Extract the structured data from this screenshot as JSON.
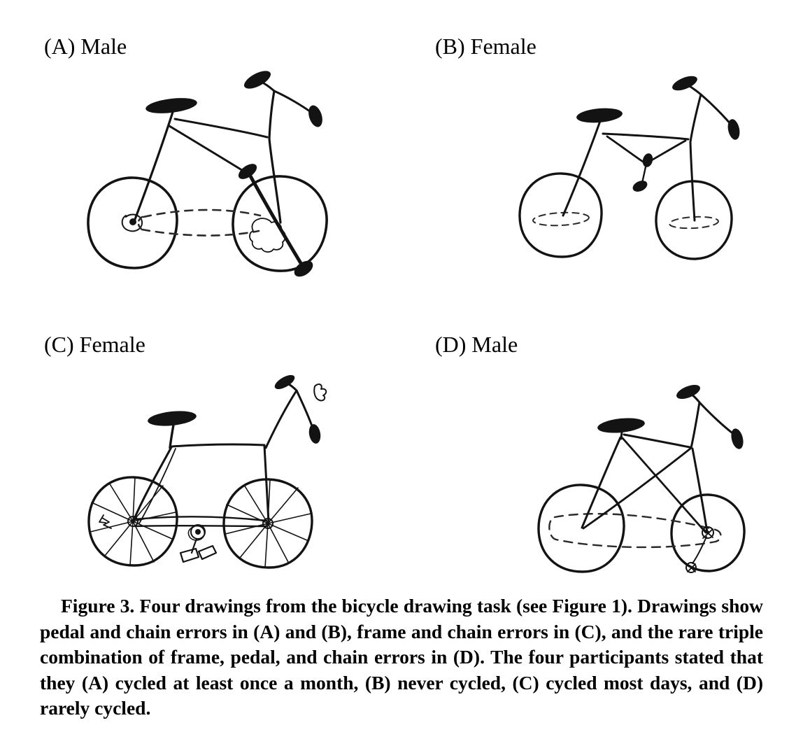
{
  "figure": {
    "panels": [
      {
        "id": "A",
        "label": "(A) Male"
      },
      {
        "id": "B",
        "label": "(B) Female"
      },
      {
        "id": "C",
        "label": "(C) Female"
      },
      {
        "id": "D",
        "label": "(D) Male"
      }
    ],
    "caption_label": "Figure 3.",
    "caption_text": "Four drawings from the bicycle drawing task (see Figure 1). Drawings show pedal and chain errors in (A) and (B), frame and chain errors in (C), and the rare triple combination of frame, pedal, and chain errors in (D). The four participants stated that they (A) cycled at least once a month, (B) never cycled, (C) cycled most days, and (D) rarely cycled."
  },
  "colors": {
    "ink": "#131313",
    "background": "#ffffff"
  }
}
